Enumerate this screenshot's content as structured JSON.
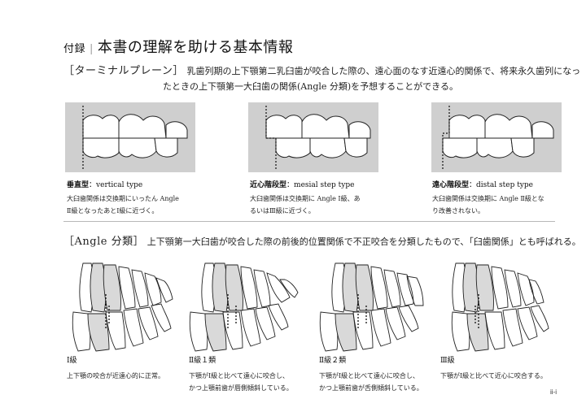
{
  "header": {
    "appendix_label": "付録",
    "title": "本書の理解を助ける基本情報"
  },
  "terminal_plane": {
    "tag": "［ターミナルプレーン］",
    "description_line1": "乳歯列期の上下顎第二乳臼歯が咬合した際の、遠心面のなす近遠心的関係で、将来永久歯列になっ",
    "description_line2": "たときの上下顎第一大臼歯の関係(Angle 分類)を予想することができる。",
    "types": [
      {
        "name": "垂直型",
        "sep": "：",
        "name_en": "vertical type",
        "desc_line1": "大臼歯関係は交換期にいったん Angle",
        "desc_line2": "Ⅱ級となったあとⅠ級に近づく。"
      },
      {
        "name": "近心階段型",
        "sep": "：",
        "name_en": "mesial step type",
        "desc_line1": "大臼歯関係は交換期に Angle Ⅰ級、あ",
        "desc_line2": "るいはⅢ級に近づく。"
      },
      {
        "name": "遠心階段型",
        "sep": "：",
        "name_en": "distal step type",
        "desc_line1": "大臼歯関係は交換期に Angle Ⅱ級とな",
        "desc_line2": "り改善されない。"
      }
    ]
  },
  "angle": {
    "tag": "［Angle 分類］",
    "description": "上下顎第一大臼歯が咬合した際の前後的位置関係で不正咬合を分類したもので、「臼歯関係」とも呼ばれる。",
    "classes": [
      {
        "name": "Ⅰ級",
        "desc_line1": "上下顎の咬合が近遠心的に正常。",
        "desc_line2": ""
      },
      {
        "name": "Ⅱ級１類",
        "desc_line1": "下顎がⅠ級と比べて遠心に咬合し、",
        "desc_line2": "かつ上顎前歯が唇側傾斜している。"
      },
      {
        "name": "Ⅱ級２類",
        "desc_line1": "下顎がⅠ級と比べて遠心に咬合し、",
        "desc_line2": "かつ上顎前歯が舌側傾斜している。"
      },
      {
        "name": "Ⅲ級",
        "desc_line1": "下顎がⅠ級と比べて近心に咬合する。",
        "desc_line2": ""
      }
    ]
  },
  "page_number": "ii-i",
  "colors": {
    "gray_band": "#cfcfcf",
    "tooth_highlight": "#d9d9d9",
    "rule": "#b8b8b8"
  }
}
